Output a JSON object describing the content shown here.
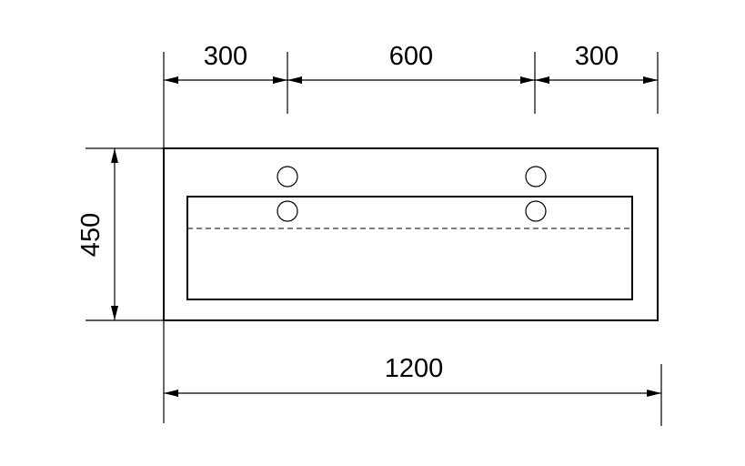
{
  "dimensions": {
    "top_left": "300",
    "top_middle": "600",
    "top_right": "300",
    "left_height": "450",
    "bottom_total": "1200"
  },
  "colors": {
    "ink": "#000000",
    "background": "#ffffff"
  }
}
